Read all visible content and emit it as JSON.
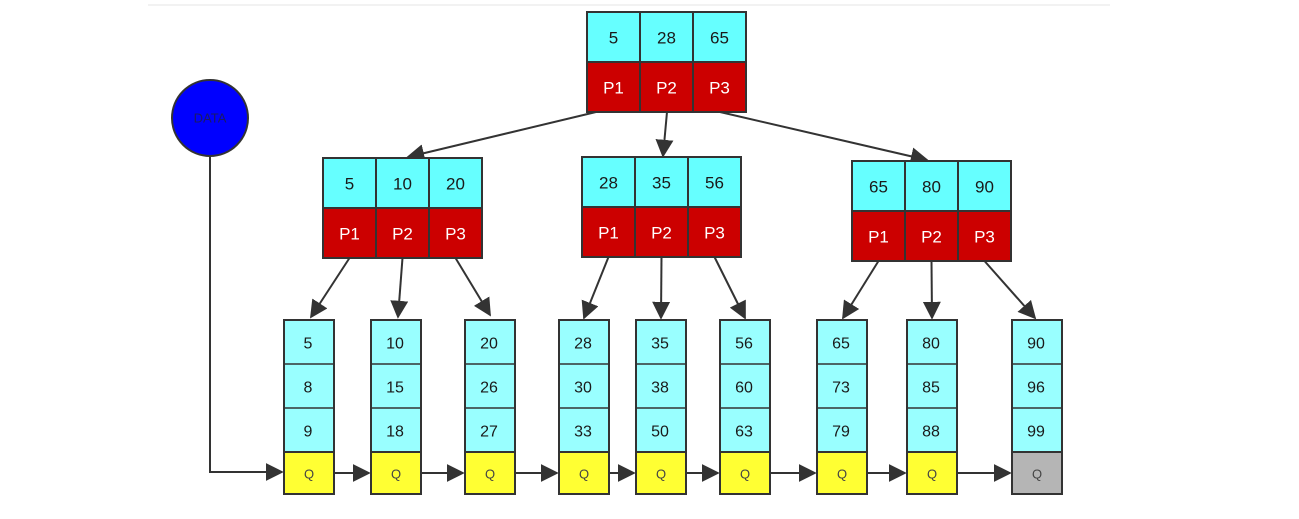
{
  "colors": {
    "key_fill": "#66ffff",
    "pointer_fill": "#cc0000",
    "leaf_key_fill": "#99ffff",
    "link_fill": "#ffff33",
    "last_link_fill": "#b5b5b5",
    "data_circle_fill": "#0000ff",
    "stroke": "#333333"
  },
  "data_node": {
    "label": "DATA"
  },
  "root": {
    "keys": [
      "5",
      "28",
      "65"
    ],
    "pointers": [
      "P1",
      "P2",
      "P3"
    ]
  },
  "internal_nodes": [
    {
      "keys": [
        "5",
        "10",
        "20"
      ],
      "pointers": [
        "P1",
        "P2",
        "P3"
      ]
    },
    {
      "keys": [
        "28",
        "35",
        "56"
      ],
      "pointers": [
        "P1",
        "P2",
        "P3"
      ]
    },
    {
      "keys": [
        "65",
        "80",
        "90"
      ],
      "pointers": [
        "P1",
        "P2",
        "P3"
      ]
    }
  ],
  "leaves": [
    {
      "keys": [
        "5",
        "8",
        "9"
      ],
      "link": "Q"
    },
    {
      "keys": [
        "10",
        "15",
        "18"
      ],
      "link": "Q"
    },
    {
      "keys": [
        "20",
        "26",
        "27"
      ],
      "link": "Q"
    },
    {
      "keys": [
        "28",
        "30",
        "33"
      ],
      "link": "Q"
    },
    {
      "keys": [
        "35",
        "38",
        "50"
      ],
      "link": "Q"
    },
    {
      "keys": [
        "56",
        "60",
        "63"
      ],
      "link": "Q"
    },
    {
      "keys": [
        "65",
        "73",
        "79"
      ],
      "link": "Q"
    },
    {
      "keys": [
        "80",
        "85",
        "88"
      ],
      "link": "Q"
    },
    {
      "keys": [
        "90",
        "96",
        "99"
      ],
      "link": "Q"
    }
  ]
}
